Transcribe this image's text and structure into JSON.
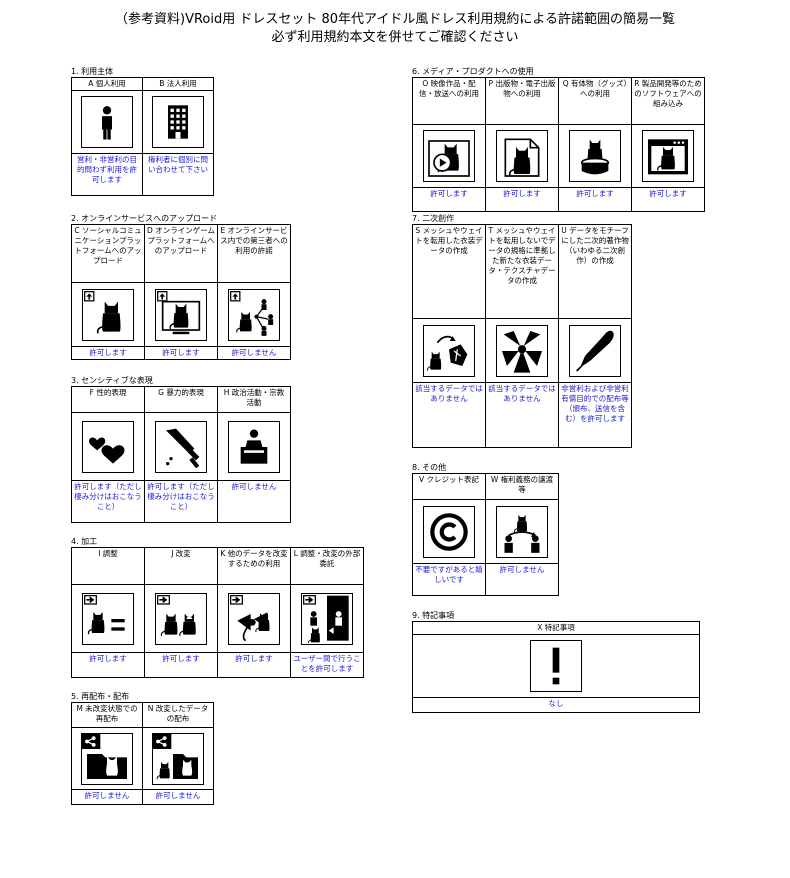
{
  "header": {
    "title": "（参考資料)VRoid用 ドレスセット 80年代アイドル風ドレス利用規約による許諾範囲の簡易一覧",
    "subtitle": "必ず利用規約本文を併せてご確認ください"
  },
  "sections": {
    "s1": {
      "title": "1. 利用主体",
      "items": [
        {
          "label": "A 個人利用",
          "status": "営利・非営利の目的問わず利用を許可します"
        },
        {
          "label": "B 法人利用",
          "status": "権利者に個別に問い合わせて下さい"
        }
      ]
    },
    "s2": {
      "title": "2. オンラインサービスへのアップロード",
      "items": [
        {
          "label": "C ソーシャルコミュニケーションプラットフォームへのアップロード",
          "status": "許可します"
        },
        {
          "label": "D オンラインゲームプラットフォームへのアップロード",
          "status": "許可します"
        },
        {
          "label": "E オンラインサービス内での第三者への利用の許諾",
          "status": "許可しません"
        }
      ]
    },
    "s3": {
      "title": "3. センシティブな表現",
      "items": [
        {
          "label": "F 性的表現",
          "status": "許可します（ただし棲み分けはおこなうこと）"
        },
        {
          "label": "G 暴力的表現",
          "status": "許可します（ただし棲み分けはおこなうこと）"
        },
        {
          "label": "H 政治活動・宗教活動",
          "status": "許可しません"
        }
      ]
    },
    "s4": {
      "title": "4. 加工",
      "items": [
        {
          "label": "I 調整",
          "status": "許可します"
        },
        {
          "label": "J 改変",
          "status": "許可します"
        },
        {
          "label": "K 他のデータを改変するための利用",
          "status": "許可します"
        },
        {
          "label": "L 調整・改変の外部委託",
          "status": "ユーザー間で行うことを許可します"
        }
      ]
    },
    "s5": {
      "title": "5. 再配布・配布",
      "items": [
        {
          "label": "M 未改変状態での再配布",
          "status": "許可しません"
        },
        {
          "label": "N 改変したデータの配布",
          "status": "許可しません"
        }
      ]
    },
    "s6": {
      "title": "6. メディア・プロダクトへの使用",
      "items": [
        {
          "label": "O 映像作品・配信・放送への利用",
          "status": "許可します"
        },
        {
          "label": "P 出版物・電子出版物への利用",
          "status": "許可します"
        },
        {
          "label": "Q 有体物（グッズ）への利用",
          "status": "許可します"
        },
        {
          "label": "R 製品開発等のためのソフトウェアへの組み込み",
          "status": "許可します"
        }
      ]
    },
    "s7": {
      "title": "7. 二次創作",
      "items": [
        {
          "label": "S メッシュやウェイトを転用した衣装データの作成",
          "status": "該当するデータではありません"
        },
        {
          "label": "T メッシュやウェイトを転用しないでデータの規格に準拠した新たな衣装データ・テクスチャデータの作成",
          "status": "該当するデータではありません"
        },
        {
          "label": "U データをモチーフにした二次的著作物（いわゆる二次創作）の作成",
          "status": "非営利および非営利有償目的での配布等（頒布、送信を含む）を許可します"
        }
      ]
    },
    "s8": {
      "title": "8. その他",
      "items": [
        {
          "label": "V クレジット表記",
          "status": "不要ですがあると嬉しいです"
        },
        {
          "label": "W 権利義務の譲渡等",
          "status": "許可しません"
        }
      ]
    },
    "s9": {
      "title": "9. 特記事項",
      "items": [
        {
          "label": "X 特記事項",
          "status": "なし"
        }
      ]
    }
  },
  "icons": {
    "A": "person-icon",
    "B": "building-icon",
    "C": "upload-avatar-icon",
    "D": "upload-game-icon",
    "E": "upload-share-icon",
    "F": "hearts-icon",
    "G": "knife-icon",
    "H": "podium-icon",
    "I": "equals-icon",
    "J": "avatar-pair-icon",
    "K": "bow-icon",
    "L": "outsource-icon",
    "M": "share-folder-icon",
    "N": "share-modified-icon",
    "O": "video-icon",
    "P": "publication-icon",
    "Q": "goods-icon",
    "R": "software-icon",
    "S": "mesh-transfer-icon",
    "T": "new-outfit-icon",
    "U": "pen-icon",
    "V": "copyright-icon",
    "W": "transfer-rights-icon",
    "X": "exclamation-icon"
  },
  "colors": {
    "status_text": "#1a1ad6",
    "border": "#000000"
  }
}
